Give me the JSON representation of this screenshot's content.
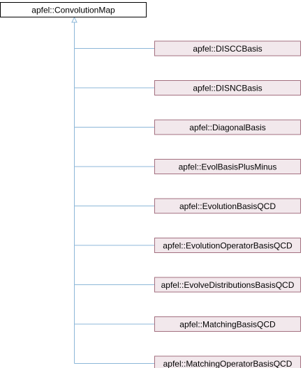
{
  "base_class": {
    "label": "apfel::ConvolutionMap",
    "fill": "#ffffff",
    "border": "#000000"
  },
  "derived_classes": [
    {
      "label": "apfel::DISCCBasis"
    },
    {
      "label": "apfel::DISNCBasis"
    },
    {
      "label": "apfel::DiagonalBasis"
    },
    {
      "label": "apfel::EvolBasisPlusMinus"
    },
    {
      "label": "apfel::EvolutionBasisQCD"
    },
    {
      "label": "apfel::EvolutionOperatorBasisQCD"
    },
    {
      "label": "apfel::EvolveDistributionsBasisQCD"
    },
    {
      "label": "apfel::MatchingBasisQCD"
    },
    {
      "label": "apfel::MatchingOperatorBasisQCD"
    }
  ],
  "colors": {
    "derived_fill": "#f2e8ec",
    "derived_border": "#a36f7f",
    "connector": "#8cb7d8"
  }
}
